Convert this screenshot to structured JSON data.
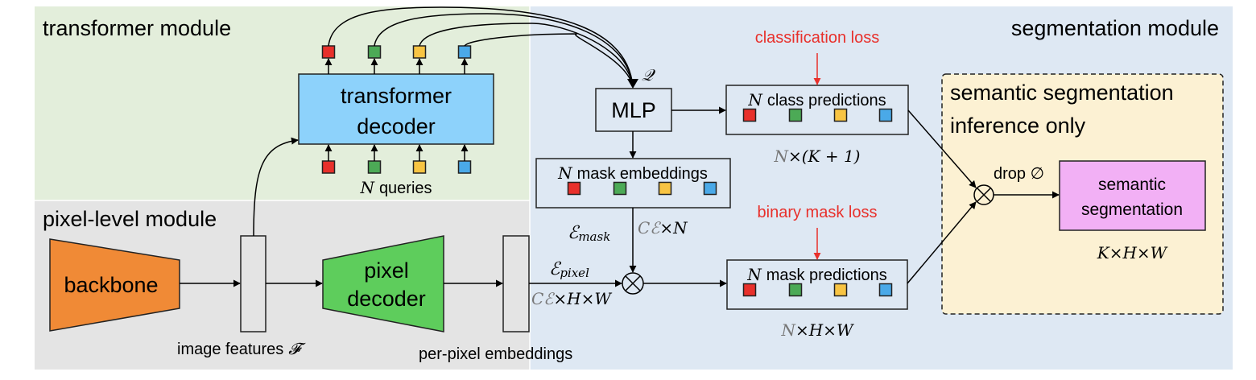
{
  "regions": {
    "transformer_module": "transformer module",
    "pixel_level_module": "pixel-level module",
    "segmentation_module": "segmentation module",
    "inference_box": [
      "semantic segmentation",
      "inference only"
    ]
  },
  "blocks": {
    "backbone": "backbone",
    "pixel_decoder": [
      "pixel",
      "decoder"
    ],
    "transformer_decoder": [
      "transformer",
      "decoder"
    ],
    "mlp": "MLP",
    "semantic_segmentation": [
      "semantic",
      "segmentation"
    ]
  },
  "labels": {
    "image_features": "image features",
    "image_features_symbol": "𝓕",
    "per_pixel_embeddings": "per-pixel embeddings",
    "n_queries_symbol": "N",
    "n_queries": "queries",
    "q_symbol": "𝒬",
    "mask_embeddings_symbol": "N",
    "mask_embeddings": "mask embeddings",
    "class_predictions_symbol": "N",
    "class_predictions": "class predictions",
    "mask_predictions_symbol": "N",
    "mask_predictions": "mask predictions",
    "e_mask": "ℰmask",
    "e_mask_main": "ℰ",
    "e_mask_sub": "mask",
    "e_pixel_main": "ℰ",
    "e_pixel_sub": "pixel",
    "ce_x_n_ce": "Cℰ",
    "ce_x_n_rest": "×N",
    "ce_x_hw_ce": "Cℰ",
    "ce_x_hw_rest": "×H×W",
    "class_dim_n": "N",
    "class_dim_rest": "×(K + 1)",
    "mask_dim_n": "N",
    "mask_dim_rest": "×H×W",
    "seg_dim": "K×H×W",
    "drop": "drop ∅",
    "classification_loss": "classification loss",
    "binary_mask_loss": "binary mask loss"
  },
  "colors": {
    "transformer_bg": "#e3eedb",
    "pixel_bg": "#e4e4e4",
    "segmentation_bg": "#dee8f3",
    "inference_bg": "#fcf1d3",
    "backbone": "#f08a36",
    "pixel_decoder": "#5ecd5c",
    "transformer_decoder": "#8dd2fb",
    "semantic_segmentation": "#f2b0f5",
    "loss_text": "#e8302b",
    "query_colors": [
      "#e8302b",
      "#4caa56",
      "#f8c443",
      "#4aa9e8"
    ]
  }
}
